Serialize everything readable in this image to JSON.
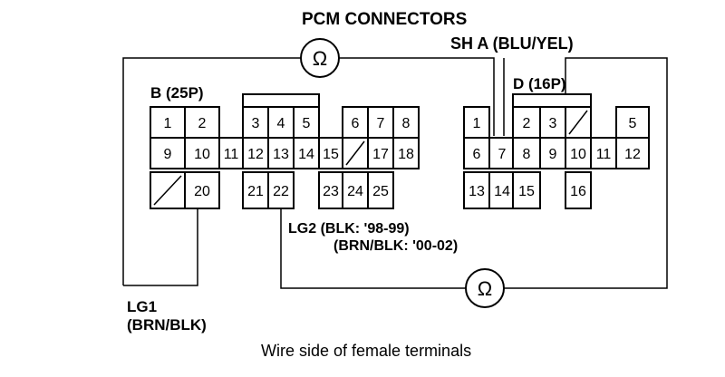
{
  "title": "PCM CONNECTORS",
  "wire_sha": "SH A (BLU/YEL)",
  "connector_b": {
    "label": "B (25P)",
    "pins": [
      "1",
      "2",
      "3",
      "4",
      "5",
      "6",
      "7",
      "8",
      "9",
      "10",
      "11",
      "12",
      "13",
      "14",
      "15",
      "17",
      "18",
      "20",
      "21",
      "22",
      "23",
      "24",
      "25"
    ]
  },
  "connector_d": {
    "label": "D (16P)",
    "pins": [
      "1",
      "2",
      "3",
      "5",
      "6",
      "7",
      "8",
      "9",
      "10",
      "11",
      "12",
      "13",
      "14",
      "15",
      "16"
    ]
  },
  "lg2": {
    "line1": "LG2 (BLK: '98-99)",
    "line2": "(BRN/BLK: '00-02)"
  },
  "lg1": {
    "line1": "LG1",
    "line2": "(BRN/BLK)"
  },
  "caption": "Wire side of female terminals",
  "ohm_symbol": "Ω"
}
